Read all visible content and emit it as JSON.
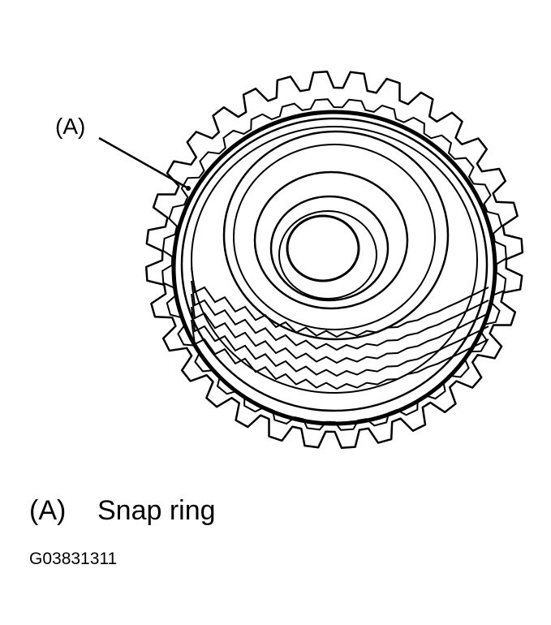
{
  "diagram": {
    "callout_label": "(A)",
    "legend": {
      "key": "(A)",
      "text": "Snap ring"
    },
    "figure_id": "G03831311",
    "line_color": "#000000",
    "background": "#ffffff"
  }
}
